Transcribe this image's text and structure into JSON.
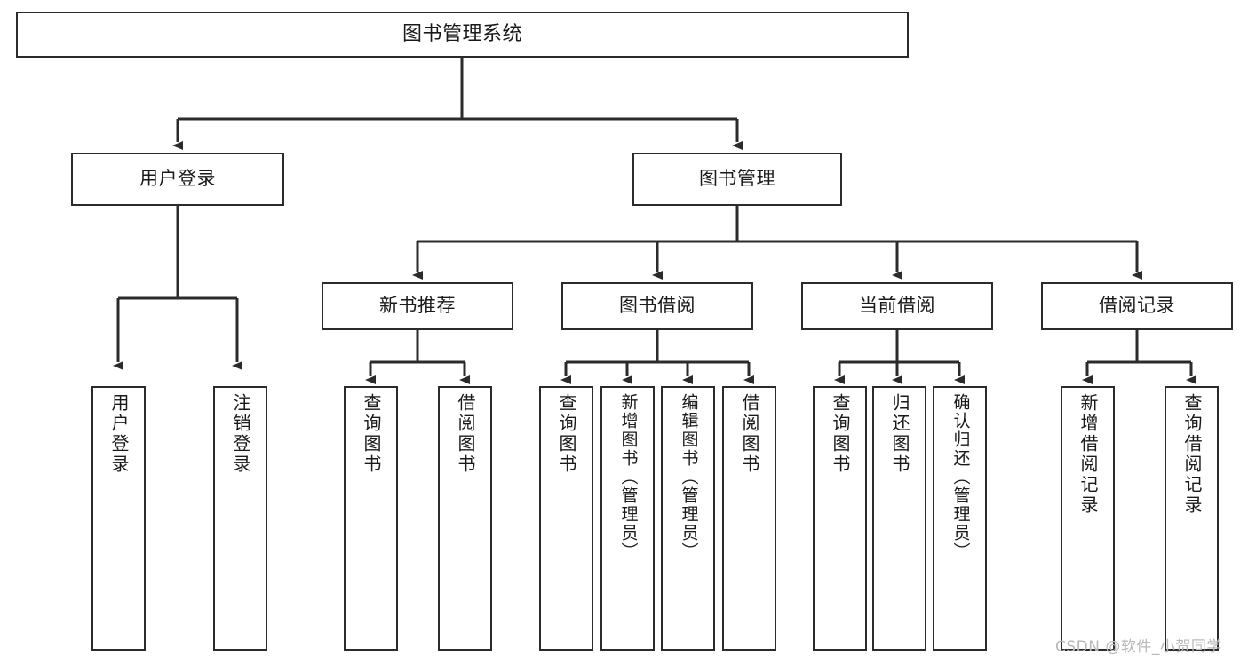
{
  "diagram": {
    "title": "图书管理系统",
    "type": "hierarchy-tree",
    "colors": {
      "background": "#ffffff",
      "stroke": "#2b2b2b",
      "text": "#1a1a1a",
      "watermark": "#b9b9b9"
    },
    "levels": {
      "root_label": "图书管理系统",
      "level1": [
        "用户登录",
        "图书管理"
      ],
      "level2": [
        "新书推荐",
        "图书借阅",
        "当前借阅",
        "借阅记录"
      ]
    },
    "nodes": {
      "root": {
        "label": "图书管理系统"
      },
      "user_login": {
        "label": "用户登录"
      },
      "book_manage": {
        "label": "图书管理"
      },
      "new_book_recommend": {
        "label": "新书推荐"
      },
      "book_borrow": {
        "label": "图书借阅"
      },
      "current_borrow": {
        "label": "当前借阅"
      },
      "borrow_record": {
        "label": "借阅记录"
      },
      "leaf_user_login": {
        "label": "用户登录"
      },
      "leaf_logout": {
        "label": "注销登录"
      },
      "leaf_query_book_a": {
        "label": "查询图书"
      },
      "leaf_borrow_book_a": {
        "label": "借阅图书"
      },
      "leaf_query_book_b": {
        "label": "查询图书"
      },
      "leaf_add_book": {
        "label": "新增图书（管理员）"
      },
      "leaf_edit_book": {
        "label": "编辑图书（管理员）"
      },
      "leaf_borrow_book_b": {
        "label": "借阅图书"
      },
      "leaf_query_book_c": {
        "label": "查询图书"
      },
      "leaf_return_book": {
        "label": "归还图书"
      },
      "leaf_confirm_return": {
        "label": "确认归还（管理员）"
      },
      "leaf_add_record": {
        "label": "新增借阅记录"
      },
      "leaf_query_record": {
        "label": "查询借阅记录"
      }
    }
  },
  "watermark": {
    "text": "CSDN @软件_小贺同学"
  }
}
